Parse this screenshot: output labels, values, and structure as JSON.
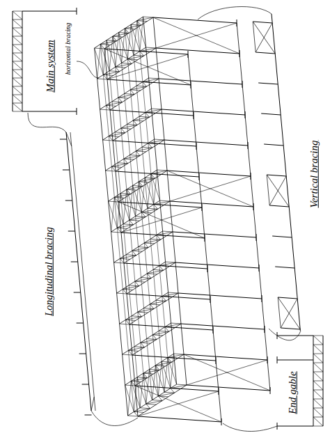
{
  "diagram": {
    "labels": [
      "Main system",
      "horizontal bracing",
      "Longitudinal bracing",
      "Vertical bracing",
      "End gable"
    ]
  }
}
